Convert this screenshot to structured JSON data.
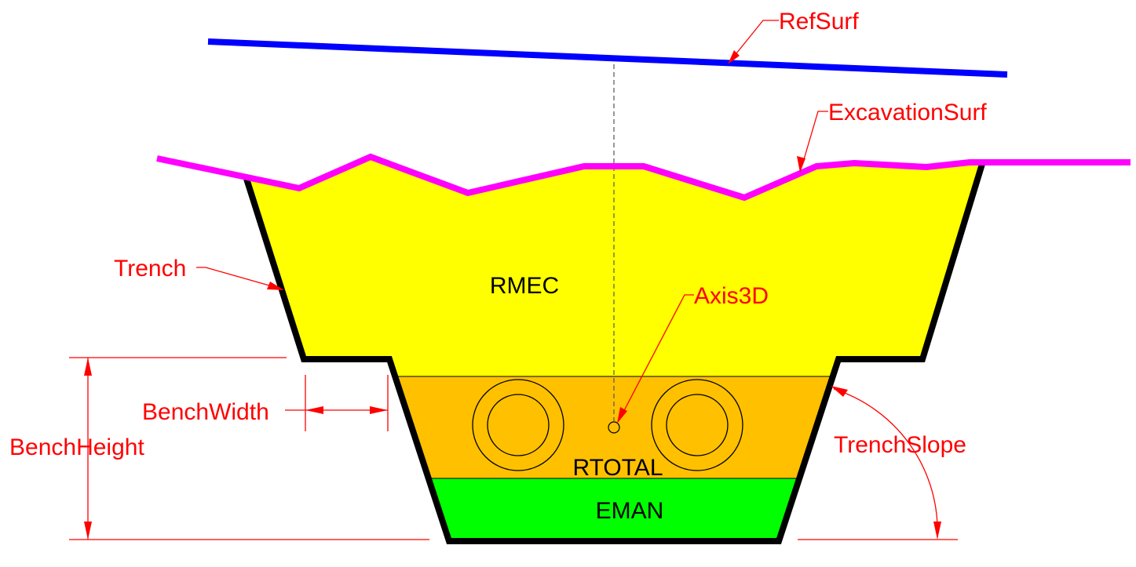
{
  "labels": {
    "ref_surf": "RefSurf",
    "excavation_surf": "ExcavationSurf",
    "trench": "Trench",
    "rmec": "RMEC",
    "axis3d": "Axis3D",
    "bench_width": "BenchWidth",
    "bench_height": "BenchHeight",
    "trench_slope": "TrenchSlope",
    "rtotal": "RTOTAL",
    "eman": "EMAN"
  },
  "colors": {
    "ref_surface": "#0000ff",
    "excavation_surface": "#ff00ff",
    "rmec_fill": "#ffff00",
    "rtotal_fill": "#ffc000",
    "eman_fill": "#00ff00",
    "trench_outline": "#000000",
    "annotation": "#ff0000"
  }
}
